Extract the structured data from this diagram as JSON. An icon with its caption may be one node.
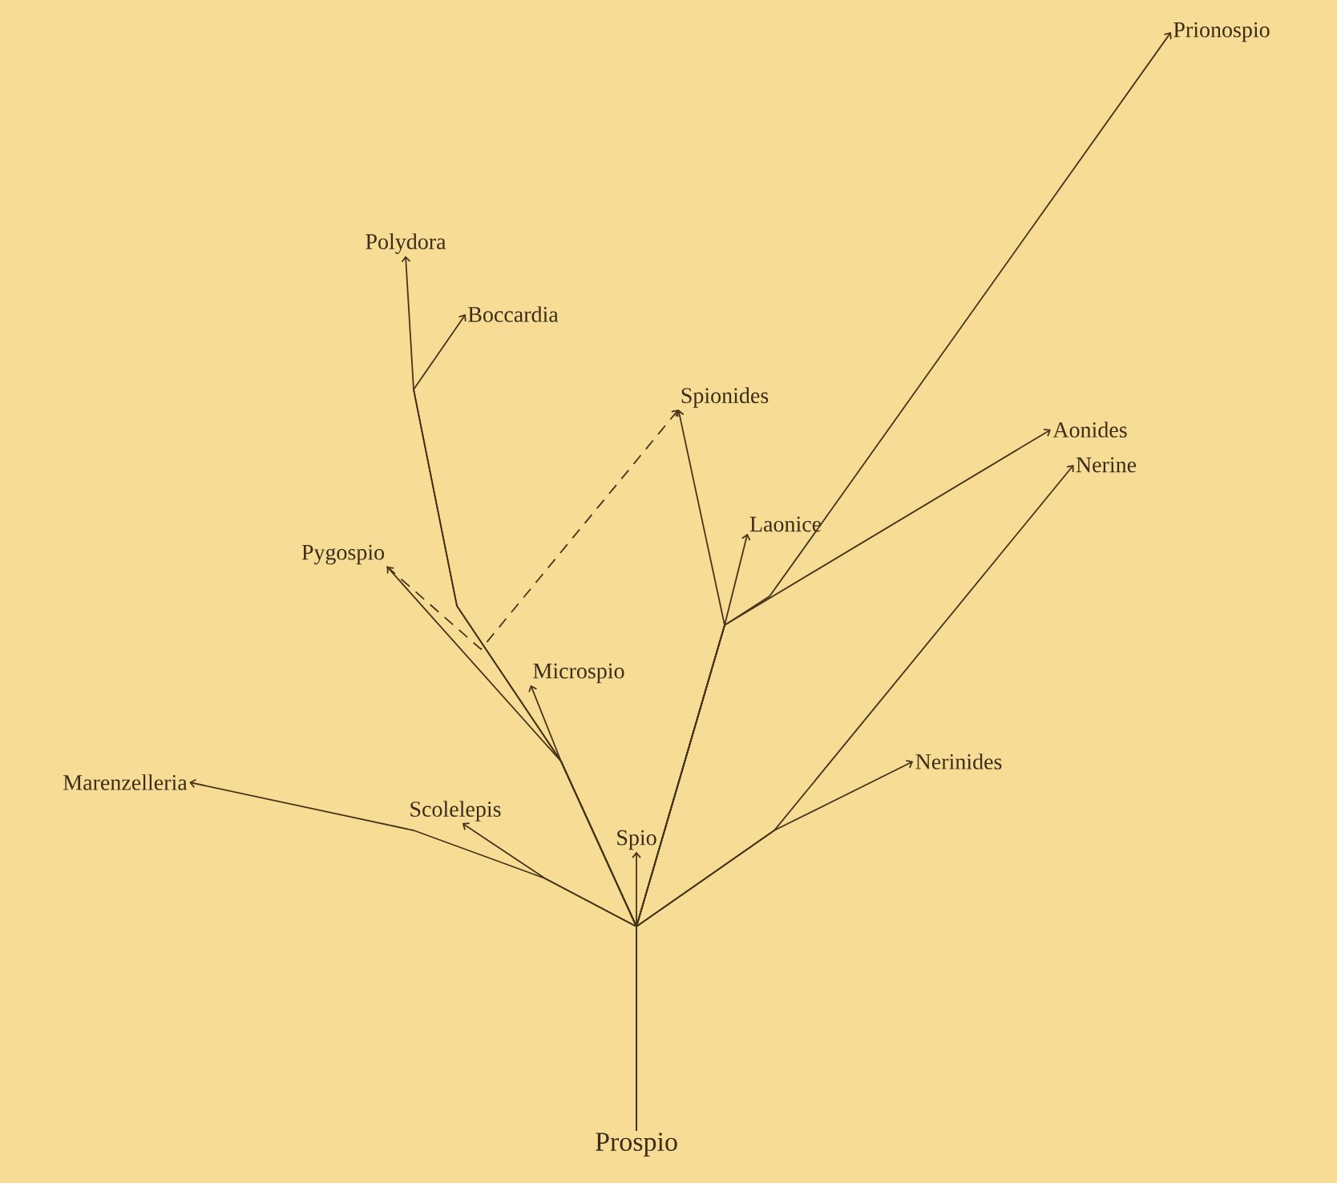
{
  "diagram": {
    "nodes": [
      {
        "text": [
          "Prionospio"
        ]
      },
      {
        "text": [
          "Polydora"
        ]
      },
      {
        "text": [
          "Boccardia"
        ]
      },
      {
        "text": [
          "Aonides"
        ]
      },
      {
        "text": [
          "Spionides"
        ]
      },
      {
        "text": [
          "Nerine"
        ]
      },
      {
        "text": [
          "Pygospio"
        ]
      },
      {
        "text": [
          "Laonice"
        ]
      },
      {
        "text": [
          "Microspio"
        ]
      },
      {
        "text": [
          "Marenzelleria"
        ]
      },
      {
        "text": [
          "Scolelepis"
        ]
      },
      {
        "text": [
          "Nerinides"
        ]
      },
      {
        "text": [
          "Spio"
        ]
      },
      {
        "text": [
          "Prospio"
        ]
      }
    ],
    "edges": [
      {
        "from": 13,
        "to": 0,
        "arrow": "to"
      },
      {
        "from": 13,
        "to": 1,
        "arrow": "to"
      },
      {
        "from": 13,
        "to": 2,
        "arrow": "to"
      },
      {
        "from": 13,
        "to": 3,
        "arrow": "to"
      },
      {
        "from": 13,
        "to": 4,
        "arrow": "to"
      },
      {
        "from": 13,
        "to": 5,
        "arrow": "to"
      },
      {
        "from": 13,
        "to": 6,
        "arrow": "to"
      },
      {
        "from": 13,
        "to": 7,
        "arrow": "to"
      },
      {
        "from": 13,
        "to": 8,
        "arrow": "to"
      },
      {
        "from": 13,
        "to": 9,
        "arrow": "to"
      },
      {
        "from": 13,
        "to": 10,
        "arrow": "to"
      },
      {
        "from": 13,
        "to": 11,
        "arrow": "to"
      },
      {
        "from": 13,
        "to": 12,
        "arrow": "to"
      },
      {
        "from": 6,
        "to": 4,
        "arrow": "to",
        "style": "dashed"
      }
    ]
  }
}
